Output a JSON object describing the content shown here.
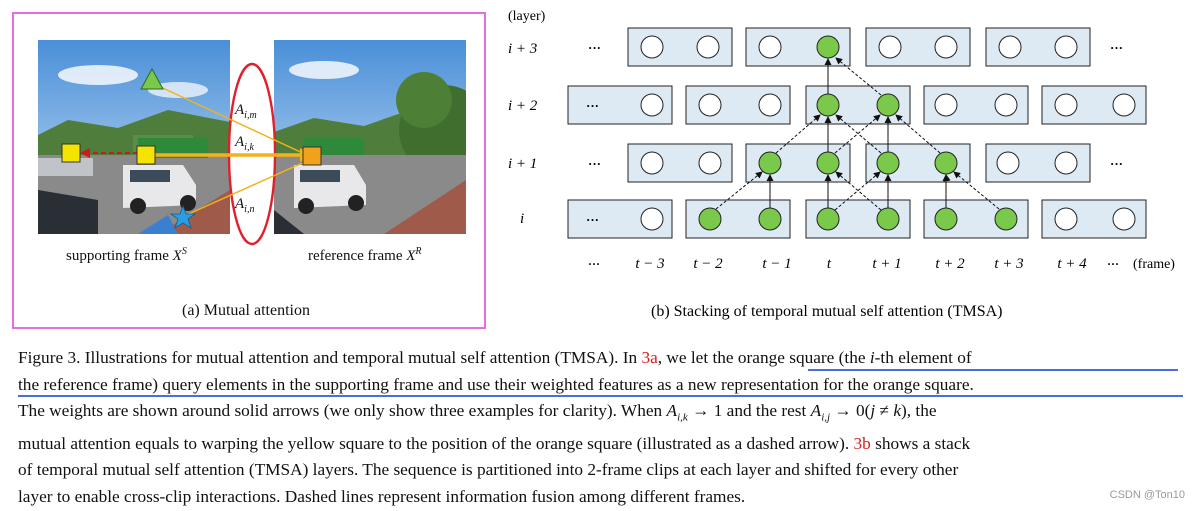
{
  "figure_a": {
    "supporting_label": "supporting frame",
    "supporting_sym": "X",
    "supporting_sup": "S",
    "reference_label": "reference frame",
    "reference_sym": "X",
    "reference_sup": "R",
    "attn_m": "A",
    "attn_m_sub": "i,m",
    "attn_k": "A",
    "attn_k_sub": "i,k",
    "attn_n": "A",
    "attn_n_sub": "i,n",
    "caption": "(a) Mutual attention"
  },
  "figure_b": {
    "layer_header": "(layer)",
    "layers": [
      "i + 3",
      "i + 2",
      "i + 1",
      "i"
    ],
    "frames": [
      "···",
      "t − 3",
      "t − 2",
      "t − 1",
      "t",
      "t + 1",
      "t + 2",
      "t + 3",
      "t + 4",
      "···"
    ],
    "frame_header": "(frame)",
    "ellipsis": "···",
    "caption": "(b) Stacking of temporal mutual self attention (TMSA)"
  },
  "caption": {
    "lines": [
      [
        "Figure 3. Illustrations for mutual attention and temporal mutual self attention (TMSA). In ",
        "3a",
        ", we let the orange square (the ",
        "i",
        "-th element of"
      ],
      [
        "the reference frame) query elements in the supporting frame and use their weighted features as a new representation for the orange square."
      ],
      [
        "The weights are shown around solid arrows (we only show three examples for clarity). When ",
        "A",
        "i,k",
        " → 1 and the rest ",
        "A",
        "i,j",
        " → 0(",
        "j",
        " ≠ ",
        "k",
        "), the"
      ],
      [
        "mutual attention equals to warping the yellow square to the position of the orange square (illustrated as a dashed arrow). ",
        "3b",
        " shows a stack"
      ],
      [
        "of temporal mutual self attention (TMSA) layers.  The sequence is partitioned into 2-frame clips at each layer and shifted for every other"
      ],
      [
        "layer to enable cross-clip interactions. Dashed lines represent information fusion among different frames."
      ]
    ]
  },
  "watermark": "CSDN @Ton10",
  "colors": {
    "frame_border": "#e56de3",
    "ellipse": "#e0202a",
    "node_green": "#7bc94a",
    "box_fill": "#dde9f3",
    "ref_red": "#d42020",
    "underline_blue": "#4a6fd6"
  }
}
